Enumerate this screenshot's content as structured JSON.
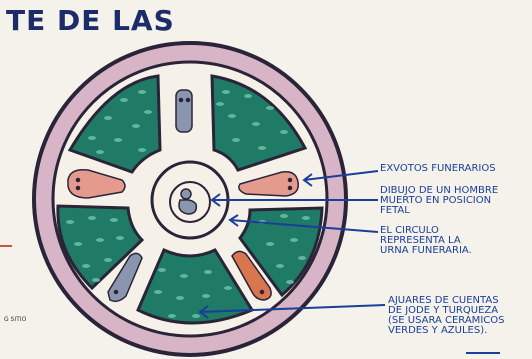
{
  "title": "TE DE LAS",
  "labels": {
    "exvotos": "EXVOTOS FUNERARIOS",
    "dibujo": "DIBUJO DE UN HOMBRE\nMUERTO EN POSICION\nFETAL",
    "circulo": "EL CIRCULO\nREPRESENTA LA\nURNA FUNERARIA.",
    "ajuares": "AJUARES DE CUENTAS\nDE JODE Y TURQUEZA\n(SE USARA CERAMICOS\nVERDES Y AZULES)."
  },
  "footnote": "G\nSITIO",
  "colors": {
    "paper": "#f4f2ea",
    "outer_ring": "#d7b5c6",
    "outline": "#2a2438",
    "green_segment": "#1f7a66",
    "green_dots": "#5fb59d",
    "ink_blue": "#1a3e9a",
    "figure_salmon": "#e59a8e",
    "figure_orange": "#d8764f",
    "figure_slate": "#8a96b0"
  }
}
